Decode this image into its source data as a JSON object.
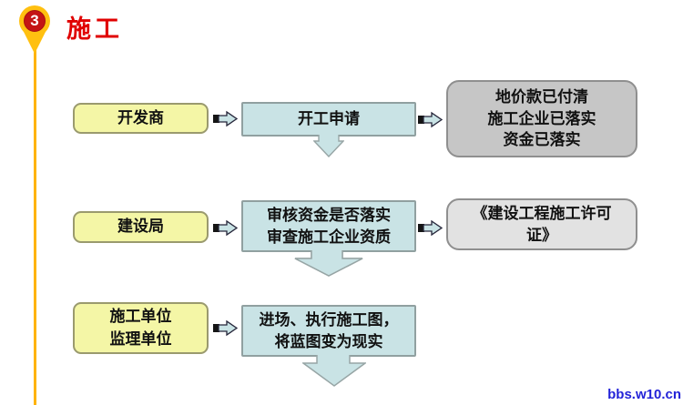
{
  "step": {
    "number": "3",
    "title": "施工"
  },
  "flow": {
    "rows": [
      {
        "actor": "开发商",
        "action": "开工申请",
        "result_line1": "地价款已付清",
        "result_line2": "施工企业已落实",
        "result_line3": "资金已落实"
      },
      {
        "actor": "建设局",
        "action_line1": "审核资金是否落实",
        "action_line2": "审查施工企业资质",
        "result_line1": "《建设工程施工许可",
        "result_line2": "证》"
      },
      {
        "actor_line1": "施工单位",
        "actor_line2": "监理单位",
        "action_line1": "进场、执行施工图，",
        "action_line2": "将蓝图变为现实"
      }
    ]
  },
  "watermark": "bbs.w10.cn",
  "colors": {
    "title_red": "#e00000",
    "pin_outer_yellow": "#ffc010",
    "pin_inner_red": "#c41414",
    "timeline_orange": "#ffb300",
    "actor_box_yellow": "#f4f6a6",
    "process_box_teal": "#c9e3e5",
    "result_box_gray_row1": "#c6c6c6",
    "result_box_gray_row2": "#e2e2e2",
    "watermark_blue": "#2323d8"
  }
}
